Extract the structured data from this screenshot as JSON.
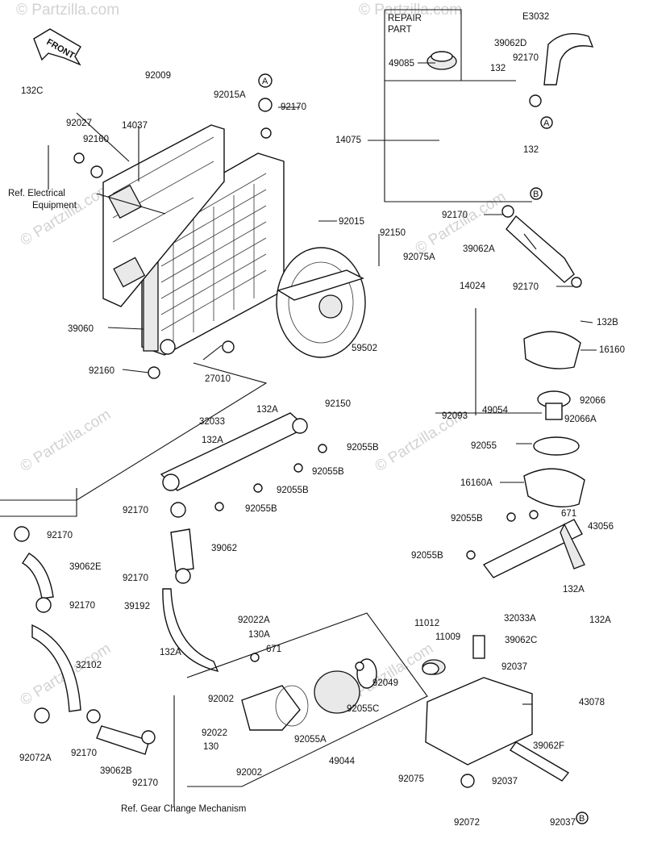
{
  "diagram_code": "E3032",
  "watermark": "© Partzilla.com",
  "front_arrow": "FRONT",
  "repair_part": "REPAIR\nPART",
  "circle_markers": [
    "A",
    "B"
  ],
  "labels": {
    "l_132C": "132C",
    "l_92027": "92027",
    "l_14037": "14037",
    "l_92160a": "92160",
    "l_92009": "92009",
    "l_92015A": "92015A",
    "l_92170a": "92170",
    "l_ref_elec": "Ref. Electrical\nEquipment",
    "l_92015": "92015",
    "l_92150a": "92150",
    "l_39060": "39060",
    "l_92160b": "92160",
    "l_27010": "27010",
    "l_59502": "59502",
    "l_92150b": "92150",
    "l_14075": "14075",
    "l_49085": "49085",
    "l_39062D": "39062D",
    "l_92170b": "92170",
    "l_132a": "132",
    "l_132b": "132",
    "l_92170c": "92170",
    "l_39062A": "39062A",
    "l_92075A": "92075A",
    "l_14024": "14024",
    "l_92170d": "92170",
    "l_132B": "132B",
    "l_16160": "16160",
    "l_92066": "92066",
    "l_92093": "92093",
    "l_49054": "49054",
    "l_92066A": "92066A",
    "l_132A_1": "132A",
    "l_32033": "32033",
    "l_132A_2": "132A",
    "l_92055B_1": "92055B",
    "l_92055B_2": "92055B",
    "l_92055B_3": "92055B",
    "l_92055B_4": "92055B",
    "l_92055": "92055",
    "l_16160A": "16160A",
    "l_43056": "43056",
    "l_92055B_5": "92055B",
    "l_671a": "671",
    "l_92055B_6": "92055B",
    "l_92170e": "92170",
    "l_92170f": "92170",
    "l_39062": "39062",
    "l_39062E": "39062E",
    "l_92170g": "92170",
    "l_92170h": "92170",
    "l_39192": "39192",
    "l_92022A": "92022A",
    "l_130A": "130A",
    "l_671b": "671",
    "l_132A_3": "132A",
    "l_32033A": "32033A",
    "l_132A_4": "132A",
    "l_132A_5": "132A",
    "l_11012": "11012",
    "l_11009": "11009",
    "l_39062C": "39062C",
    "l_92037a": "92037",
    "l_32102": "32102",
    "l_92049": "92049",
    "l_92002a": "92002",
    "l_92055C": "92055C",
    "l_43078": "43078",
    "l_92022": "92022",
    "l_130": "130",
    "l_92055A": "92055A",
    "l_49044": "49044",
    "l_92002b": "92002",
    "l_92072A": "92072A",
    "l_92170i": "92170",
    "l_39062B": "39062B",
    "l_92170j": "92170",
    "l_92075": "92075",
    "l_39062F": "39062F",
    "l_92037b": "92037",
    "l_92037c": "92037",
    "l_92072": "92072",
    "l_ref_gear": "Ref. Gear Change Mechanism"
  }
}
